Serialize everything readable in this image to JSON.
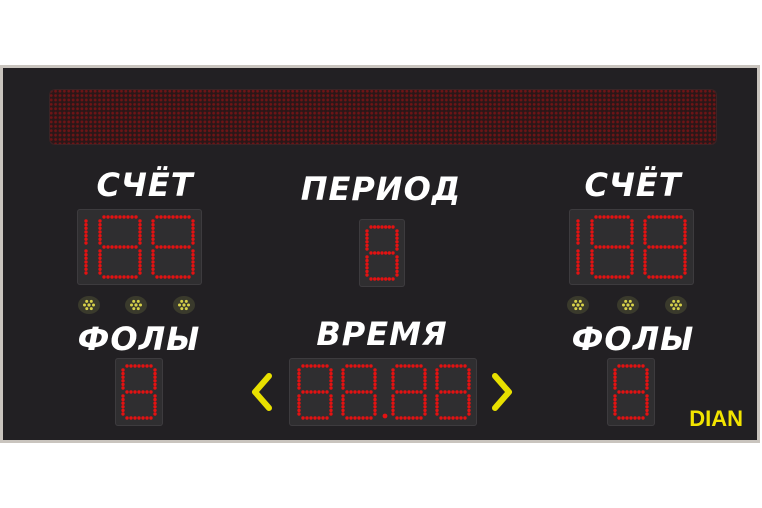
{
  "scoreboard": {
    "home": {
      "score_label": "СЧЁТ",
      "fouls_label": "ФОЛЫ"
    },
    "guest": {
      "score_label": "СЧЁТ",
      "fouls_label": "ФОЛЫ"
    },
    "period_label": "ПЕРИОД",
    "time_label": "ВРЕМЯ",
    "brand": "DIAN"
  },
  "colors": {
    "board": "#222023",
    "segment_on": "#e31212",
    "segment_dim": "#5a1416",
    "label": "#ffffff",
    "arrow": "#e8e000",
    "brand": "#f2e400",
    "possession_lamp": "#d8d24a"
  },
  "icons": [
    "led-matrix-display",
    "possession-lamp",
    "arrow-left-icon",
    "arrow-right-icon"
  ]
}
